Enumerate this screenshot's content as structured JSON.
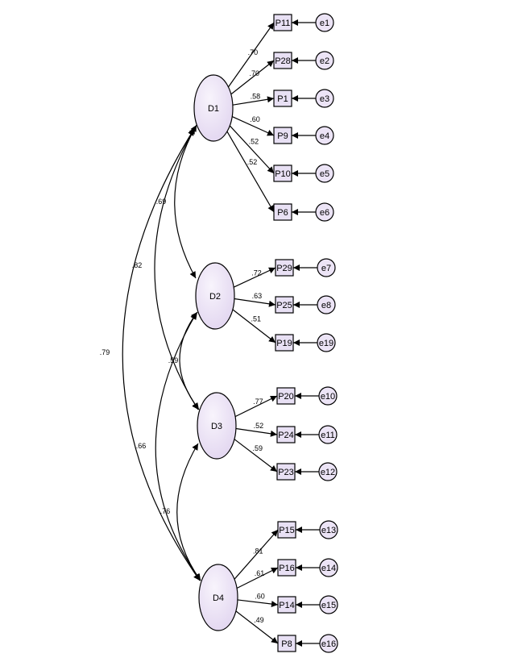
{
  "latents": [
    {
      "id": "D1",
      "label": "D1"
    },
    {
      "id": "D2",
      "label": "D2"
    },
    {
      "id": "D3",
      "label": "D3"
    },
    {
      "id": "D4",
      "label": "D4"
    }
  ],
  "indicators": [
    {
      "label": "P11",
      "error": "e1",
      "factor": "D1",
      "loading": ".70"
    },
    {
      "label": "P28",
      "error": "e2",
      "factor": "D1",
      "loading": ".70"
    },
    {
      "label": "P1",
      "error": "e3",
      "factor": "D1",
      "loading": ".58"
    },
    {
      "label": "P9",
      "error": "e4",
      "factor": "D1",
      "loading": ".60"
    },
    {
      "label": "P10",
      "error": "e5",
      "factor": "D1",
      "loading": ".52"
    },
    {
      "label": "P6",
      "error": "e6",
      "factor": "D1",
      "loading": ".52"
    },
    {
      "label": "P29",
      "error": "e7",
      "factor": "D2",
      "loading": ".72"
    },
    {
      "label": "P25",
      "error": "e8",
      "factor": "D2",
      "loading": ".63"
    },
    {
      "label": "P19",
      "error": "e19",
      "factor": "D2",
      "loading": ".51"
    },
    {
      "label": "P20",
      "error": "e10",
      "factor": "D3",
      "loading": ".77"
    },
    {
      "label": "P24",
      "error": "e11",
      "factor": "D3",
      "loading": ".52"
    },
    {
      "label": "P23",
      "error": "e12",
      "factor": "D3",
      "loading": ".59"
    },
    {
      "label": "P15",
      "error": "e13",
      "factor": "D4",
      "loading": ".81"
    },
    {
      "label": "P16",
      "error": "e14",
      "factor": "D4",
      "loading": ".61"
    },
    {
      "label": "P14",
      "error": "e15",
      "factor": "D4",
      "loading": ".60"
    },
    {
      "label": "P8",
      "error": "e16",
      "factor": "D4",
      "loading": ".49"
    }
  ],
  "correlations": [
    {
      "from": "D1",
      "to": "D2",
      "value": ".69"
    },
    {
      "from": "D1",
      "to": "D3",
      "value": ".82"
    },
    {
      "from": "D1",
      "to": "D4",
      "value": ".79"
    },
    {
      "from": "D2",
      "to": "D3",
      "value": ".59"
    },
    {
      "from": "D2",
      "to": "D4",
      "value": ".66"
    },
    {
      "from": "D3",
      "to": "D4",
      "value": ".76"
    }
  ],
  "colors": {
    "latent_fill_light": "#f8f4fc",
    "latent_fill_dark": "#e2d6f0",
    "observed_fill": "#e8e0f4",
    "error_fill": "#ece4f6",
    "stroke": "#000000"
  }
}
